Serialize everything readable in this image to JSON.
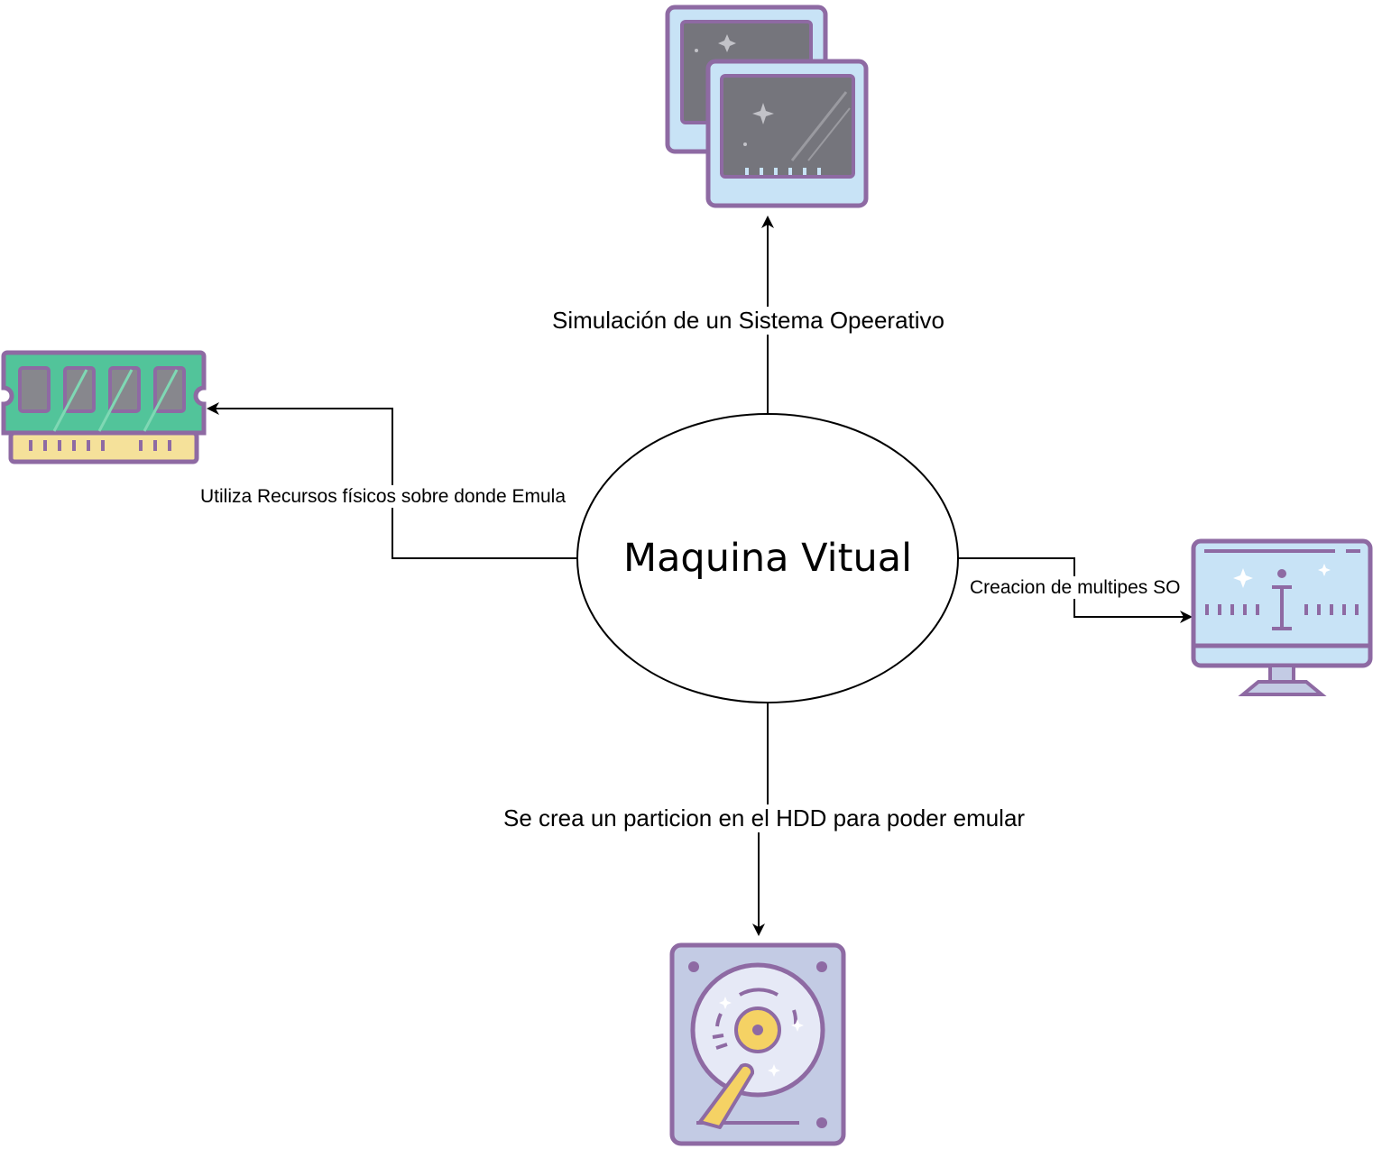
{
  "center": {
    "label": "Maquina Vitual"
  },
  "edges": {
    "top": {
      "label": "Simulación  de  un Sistema Opeerativo"
    },
    "left": {
      "label": "Utiliza Recursos físicos sobre donde Emula"
    },
    "right": {
      "label": "Creacion de multipes SO"
    },
    "bottom": {
      "label": "Se crea un particion en el HDD para poder emular"
    }
  },
  "icons": {
    "top": "virtual-machines-icon",
    "left": "ram-memory-icon",
    "right": "monitor-icon",
    "bottom": "hard-drive-icon"
  },
  "colors": {
    "outline": "#8e6aa3",
    "screen_bg": "#c8e3f6",
    "screen_dark": "#75757c",
    "ram_green": "#52c49a",
    "ram_gold": "#f5e19a",
    "hdd_body": "#c3cbe4",
    "hdd_disk": "#e6e9f6",
    "hdd_spindle": "#f5d264",
    "line": "#000000"
  }
}
